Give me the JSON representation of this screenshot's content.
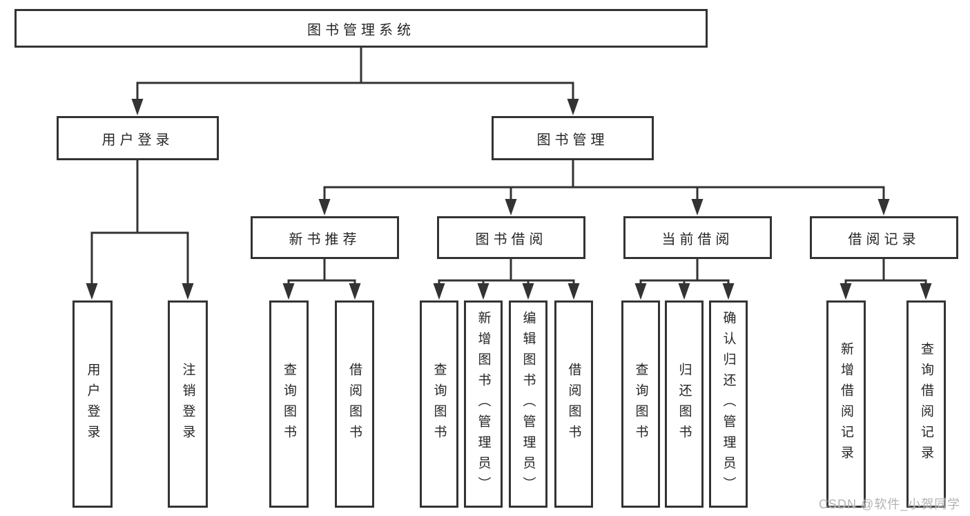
{
  "colors": {
    "line": "#333333",
    "text": "#262626",
    "box_background": "#ffffff",
    "watermark": "#b3b3b3"
  },
  "tree": {
    "root": {
      "label": "图书管理系统"
    },
    "branches": [
      {
        "label": "用户登录",
        "children": [
          {
            "label": "用户登录"
          },
          {
            "label": "注销登录"
          }
        ]
      },
      {
        "label": "图书管理",
        "children": [
          {
            "label": "新书推荐",
            "children": [
              {
                "label": "查询图书"
              },
              {
                "label": "借阅图书"
              }
            ]
          },
          {
            "label": "图书借阅",
            "children": [
              {
                "label": "查询图书"
              },
              {
                "label": "新增图书（管理员）"
              },
              {
                "label": "编辑图书（管理员）"
              },
              {
                "label": "借阅图书"
              }
            ]
          },
          {
            "label": "当前借阅",
            "children": [
              {
                "label": "查询图书"
              },
              {
                "label": "归还图书"
              },
              {
                "label": "确认归还（管理员）"
              }
            ]
          },
          {
            "label": "借阅记录",
            "children": [
              {
                "label": "新增借阅记录"
              },
              {
                "label": "查询借阅记录"
              }
            ]
          }
        ]
      }
    ]
  },
  "watermark": {
    "text": "CSDN @软件_小贺同学"
  }
}
